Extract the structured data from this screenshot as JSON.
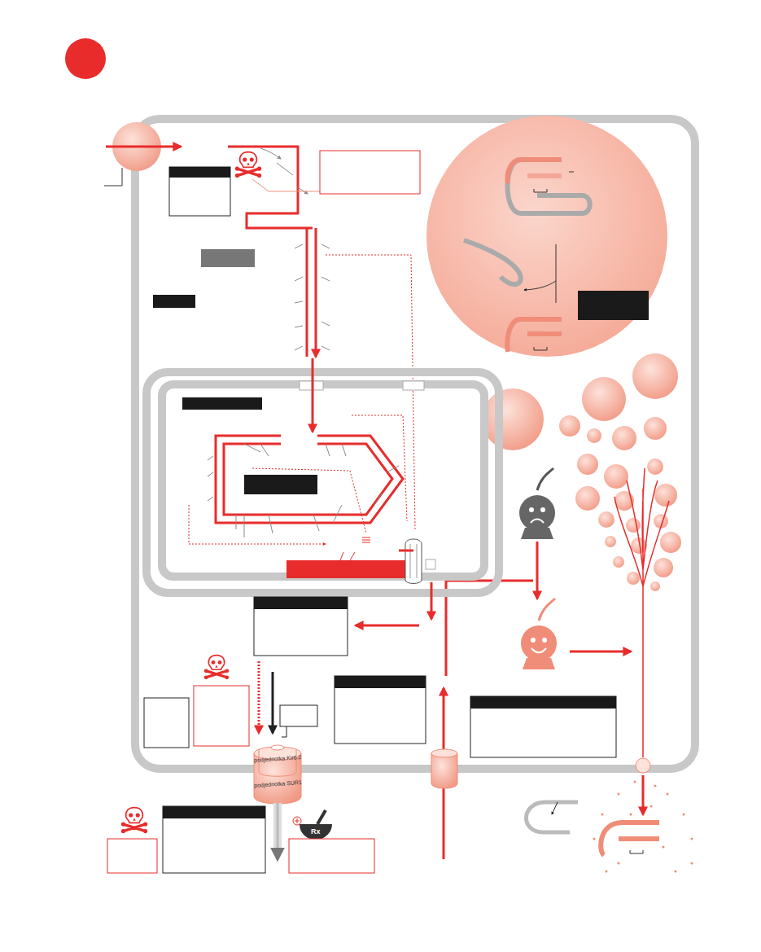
{
  "diagram": {
    "labels": [
      "podjednotka Kir6.2",
      "podjednotka SUR1",
      "Rx"
    ]
  }
}
